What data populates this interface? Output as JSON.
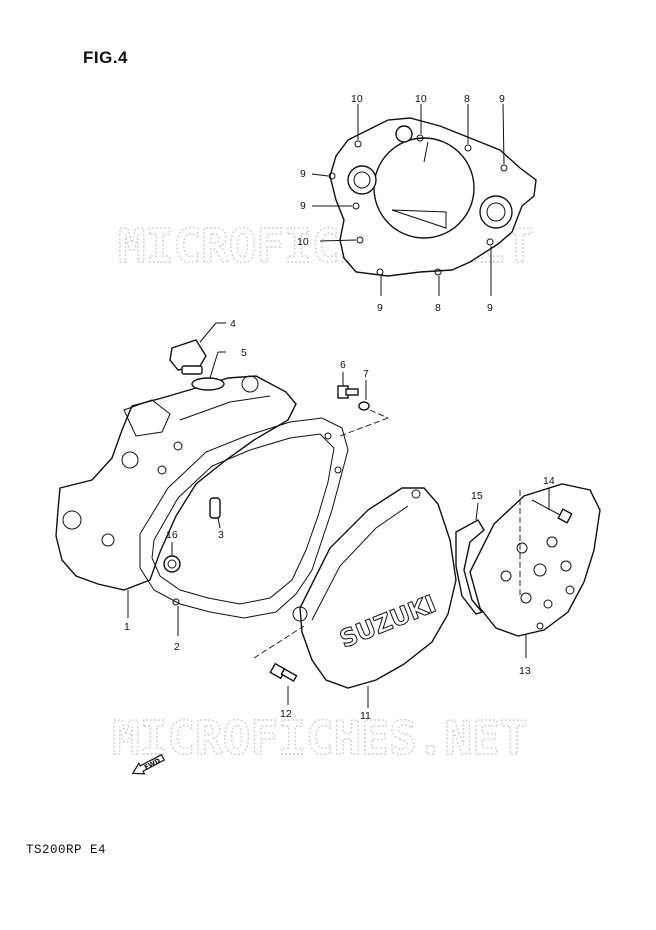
{
  "header": {
    "figure_label": "FIG.4"
  },
  "footer": {
    "model_code": "TS200RP  E4"
  },
  "watermarks": [
    "MICROFICHES.NET",
    "MICROFICHES.NET"
  ],
  "cover_brand": "SUZUKI",
  "fwd_arrow_label": "FWD",
  "callouts": {
    "c1": "1",
    "c2": "2",
    "c3": "3",
    "c4": "4",
    "c5": "5",
    "c6": "6",
    "c7": "7",
    "c11": "11",
    "c12": "12",
    "c13": "13",
    "c14": "14",
    "c15": "15",
    "c16": "16",
    "top_10a": "10",
    "top_10b": "10",
    "top_8a": "8",
    "top_9a": "9",
    "top_9b": "9",
    "top_9c": "9",
    "top_10c": "10",
    "top_9d": "9",
    "top_8b": "8",
    "top_9e": "9"
  }
}
